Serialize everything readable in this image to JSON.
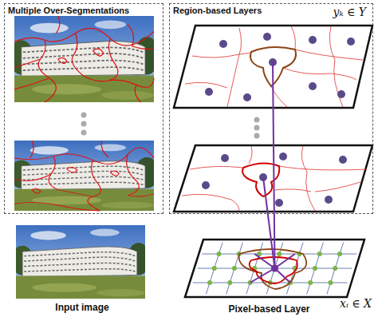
{
  "diagram": {
    "nodes": [
      {
        "text": [
          "Multiple Over-Segmentations"
        ]
      },
      {
        "text": [
          "Region-based Layers",
          "yₖ ∈ Y"
        ]
      },
      {
        "text": [
          "Input image"
        ]
      },
      {
        "text": [
          "Pixel-based Layer",
          "xᵢ ∈ X"
        ]
      }
    ]
  }
}
